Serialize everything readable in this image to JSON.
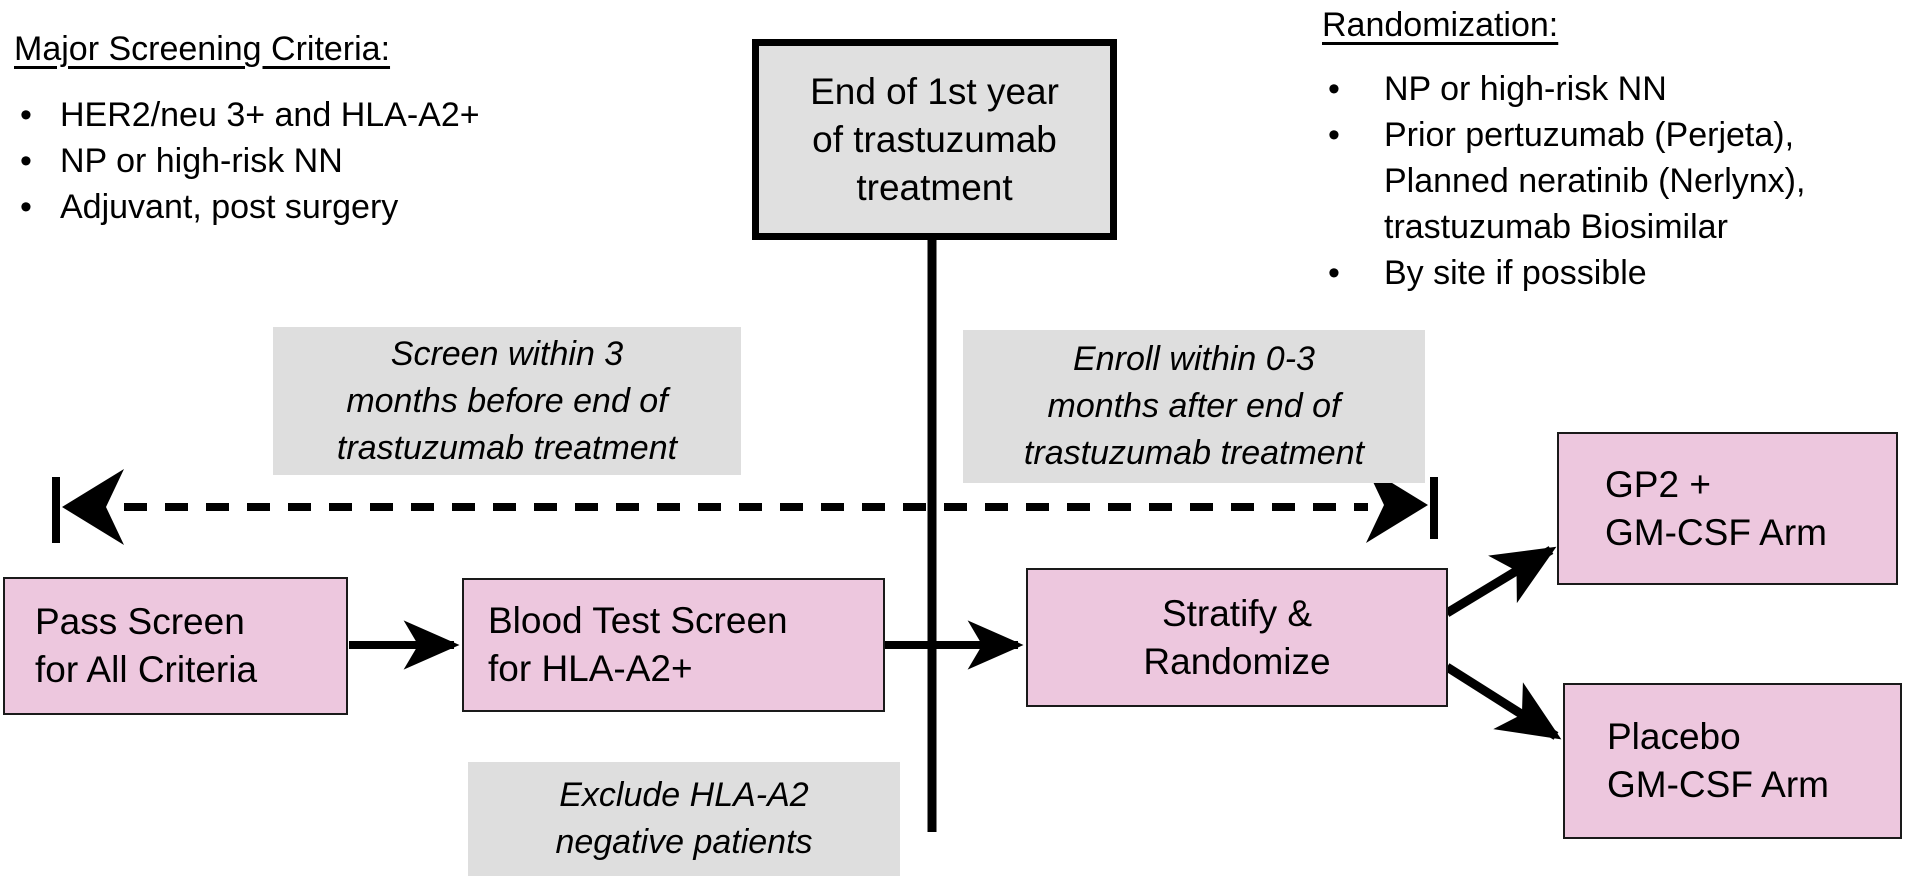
{
  "colors": {
    "background": "#ffffff",
    "box_pink": "#edc7de",
    "box_gray": "#dedede",
    "milestone_gray": "#e0e0e0",
    "line_black": "#000000"
  },
  "glyphs": {
    "bullet": "•"
  },
  "screening": {
    "title": "Major Screening Criteria:",
    "items": [
      "HER2/neu 3+ and HLA-A2+",
      "NP or high-risk NN",
      "Adjuvant, post surgery"
    ]
  },
  "randomization": {
    "title": "Randomization:",
    "items": [
      "NP or high-risk NN",
      "Prior pertuzumab (Perjeta),\nPlanned neratinib (Nerlynx),\ntrastuzumab Biosimilar",
      "By site if possible"
    ]
  },
  "timeline": {
    "milestone": "End of 1st year\nof trastuzumab\ntreatment",
    "screen_note": "Screen within 3\nmonths before end of\ntrastuzumab treatment",
    "enroll_note": "Enroll within 0-3\nmonths after end of\ntrastuzumab treatment",
    "exclude_note": "Exclude HLA-A2\nnegative patients"
  },
  "flow": {
    "pass_screen": "Pass Screen\nfor All Criteria",
    "blood_test": "Blood Test Screen\nfor HLA-A2+",
    "stratify": "Stratify &\nRandomize",
    "gp2_arm": "GP2 +\nGM-CSF Arm",
    "placebo_arm": "Placebo\nGM-CSF Arm"
  }
}
